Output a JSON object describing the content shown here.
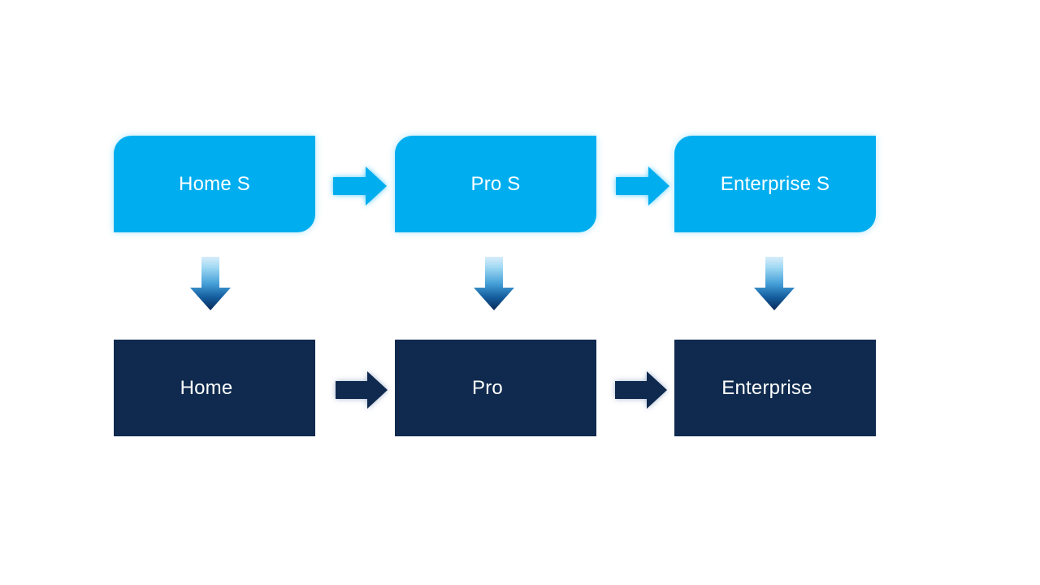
{
  "slide": {
    "background": "#FFFFFF",
    "colors": {
      "top_box_fill": "#00AEEF",
      "top_glow": "#50C8F8",
      "bottom_box_fill": "#0F2A4E",
      "bottom_arrow_glow": "#738CB4",
      "label_text": "#FFFFFF",
      "down_arrow_gradient": [
        "#D7EDFA",
        "#9FD8F3",
        "#45A0D8",
        "#155E9F",
        "#092A58"
      ]
    }
  },
  "diagram": {
    "type": "upgrade-path-flow",
    "columns": [
      {
        "top_label": "Home S",
        "bottom_label": "Home"
      },
      {
        "top_label": "Pro S",
        "bottom_label": "Pro"
      },
      {
        "top_label": "Enterprise S",
        "bottom_label": "Enterprise"
      }
    ],
    "connectors": {
      "top_row_horizontal": "right-arrow-icon",
      "bottom_row_horizontal": "right-arrow-icon",
      "column_vertical": "down-arrow-icon"
    }
  }
}
